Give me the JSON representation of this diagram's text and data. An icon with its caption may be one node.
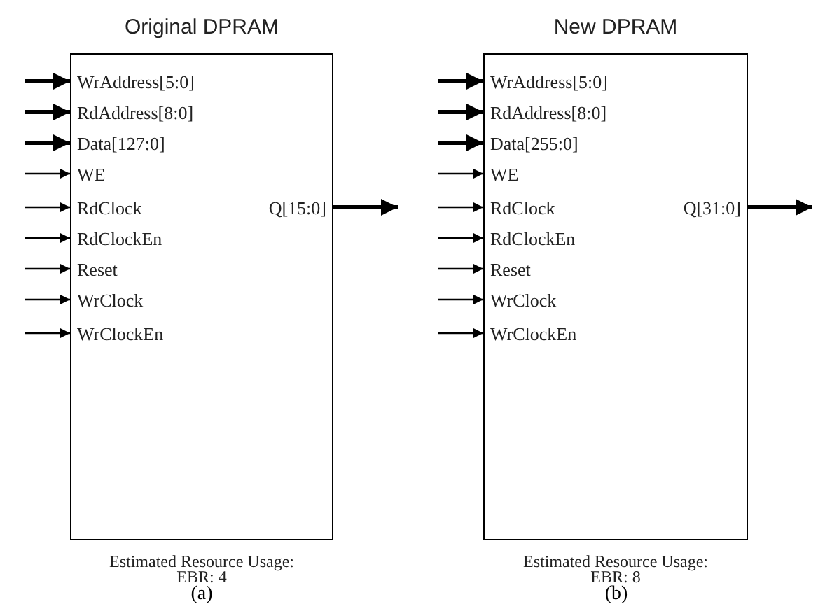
{
  "diagram": {
    "nodes": [
      {
        "text": [
          "Original DPRAM",
          "WrAddress[5:0]",
          "RdAddress[8:0]",
          "Data[127:0]",
          "WE",
          "RdClock",
          "RdClockEn",
          "Reset",
          "WrClock",
          "WrClockEn",
          "Q[15:0]"
        ],
        "beside": [
          "Estimated Resource Usage:",
          "EBR: 4"
        ]
      },
      {
        "text": [
          "New DPRAM",
          "WrAddress[5:0]",
          "RdAddress[8:0]",
          "Data[255:0]",
          "WE",
          "RdClock",
          "RdClockEn",
          "Reset",
          "WrClock",
          "WrClockEn",
          "Q[31:0]"
        ],
        "beside": [
          "Estimated Resource Usage:",
          "EBR: 8"
        ]
      }
    ],
    "edges": [
      {
        "from": null,
        "to": 0,
        "arrow": "to",
        "style": "thick"
      },
      {
        "from": null,
        "to": 0,
        "arrow": "to",
        "style": "thick"
      },
      {
        "from": null,
        "to": 0,
        "arrow": "to",
        "style": "thick"
      },
      {
        "from": null,
        "to": 0,
        "arrow": "to"
      },
      {
        "from": null,
        "to": 0,
        "arrow": "to"
      },
      {
        "from": null,
        "to": 0,
        "arrow": "to"
      },
      {
        "from": null,
        "to": 0,
        "arrow": "to"
      },
      {
        "from": null,
        "to": 0,
        "arrow": "to"
      },
      {
        "from": null,
        "to": 0,
        "arrow": "to"
      },
      {
        "from": 0,
        "to": null,
        "arrow": "to",
        "style": "thick"
      },
      {
        "from": null,
        "to": 1,
        "arrow": "to",
        "style": "thick"
      },
      {
        "from": null,
        "to": 1,
        "arrow": "to",
        "style": "thick"
      },
      {
        "from": null,
        "to": 1,
        "arrow": "to",
        "style": "thick"
      },
      {
        "from": null,
        "to": 1,
        "arrow": "to"
      },
      {
        "from": null,
        "to": 1,
        "arrow": "to"
      },
      {
        "from": null,
        "to": 1,
        "arrow": "to"
      },
      {
        "from": null,
        "to": 1,
        "arrow": "to"
      },
      {
        "from": null,
        "to": 1,
        "arrow": "to"
      },
      {
        "from": null,
        "to": 1,
        "arrow": "to"
      },
      {
        "from": 1,
        "to": null,
        "arrow": "to",
        "style": "thick"
      }
    ],
    "labels": [
      "(a)",
      "(b)"
    ]
  }
}
